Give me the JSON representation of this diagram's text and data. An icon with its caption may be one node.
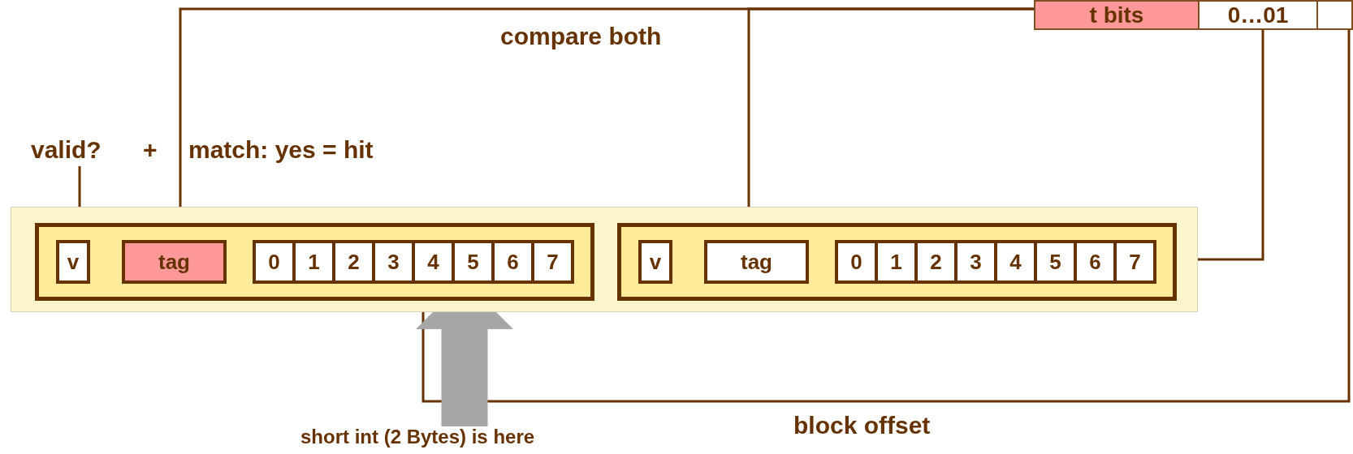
{
  "diagram": {
    "nodes": [
      {
        "text": [
          "valid?"
        ]
      },
      {
        "text": [
          "t bits"
        ]
      },
      {
        "text": [
          "0…01"
        ]
      },
      {
        "text": [],
        "shape": "box"
      },
      {
        "text": [],
        "shape": "box"
      },
      {
        "text": [],
        "shape": "box",
        "in": 4
      },
      {
        "text": [
          "v"
        ],
        "in": 5
      },
      {
        "text": [
          "tag"
        ],
        "in": 5
      },
      {
        "text": [],
        "shape": "box",
        "in": 5
      },
      {
        "text": [
          "0"
        ],
        "in": 8
      },
      {
        "text": [
          "1"
        ],
        "in": 8
      },
      {
        "text": [
          "2"
        ],
        "in": 8
      },
      {
        "text": [
          "3"
        ],
        "in": 8
      },
      {
        "text": [
          "4"
        ],
        "in": 8
      },
      {
        "text": [
          "5"
        ],
        "in": 8
      },
      {
        "text": [
          "6"
        ],
        "in": 8
      },
      {
        "text": [
          "7"
        ],
        "in": 8
      },
      {
        "text": [],
        "shape": "box",
        "in": 4
      },
      {
        "text": [
          "v"
        ],
        "in": 17
      },
      {
        "text": [
          "tag"
        ],
        "in": 17
      },
      {
        "text": [],
        "shape": "box",
        "in": 17
      },
      {
        "text": [
          "0"
        ],
        "in": 20
      },
      {
        "text": [
          "1"
        ],
        "in": 20
      },
      {
        "text": [
          "2"
        ],
        "in": 20
      },
      {
        "text": [
          "3"
        ],
        "in": 20
      },
      {
        "text": [
          "4"
        ],
        "in": 20
      },
      {
        "text": [
          "5"
        ],
        "in": 20
      },
      {
        "text": [
          "6"
        ],
        "in": 20
      },
      {
        "text": [
          "7"
        ],
        "in": 20
      },
      {
        "text": [
          "short int (2 Bytes) is here"
        ]
      }
    ],
    "edges": [
      {
        "from": 0,
        "to": 6,
        "arrow": "none"
      },
      {
        "from": 1,
        "to": 7,
        "arrow": "none"
      },
      {
        "from": 1,
        "to": 19,
        "arrow": "none"
      },
      {
        "from": 2,
        "to": 4,
        "arrow": "none"
      },
      {
        "from": 3,
        "to": 13,
        "arrow": "none"
      },
      {
        "from": 29,
        "to": 14,
        "arrow": "to",
        "style": "thick",
        "color": "#a6a6a6"
      }
    ],
    "labels": [
      "compare both",
      "+",
      "match: yes = hit",
      "block offset"
    ]
  }
}
